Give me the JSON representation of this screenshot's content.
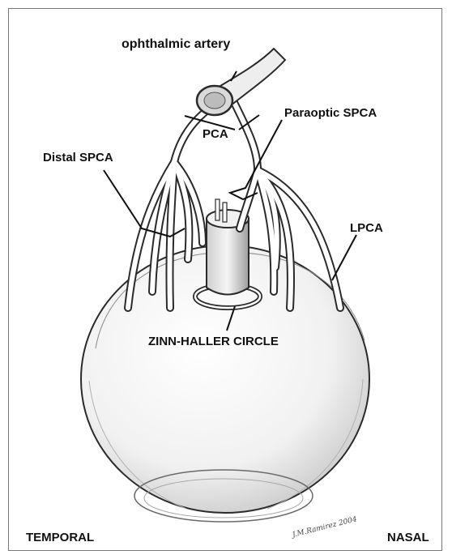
{
  "labels": {
    "ophthalmic_artery": "ophthalmic artery",
    "pca": "PCA",
    "paraoptic_spca": "Paraoptic SPCA",
    "distal_spca": "Distal SPCA",
    "lpca": "LPCA",
    "zinn_haller_circle": "ZINN-HALLER CIRCLE",
    "temporal": "TEMPORAL",
    "nasal": "NASAL"
  },
  "signature": "J.M.Ramirez 2004",
  "colors": {
    "ink": "#2a2a2a",
    "shade": "#d6d6d6",
    "paper": "#ffffff",
    "frame": "#777777"
  }
}
